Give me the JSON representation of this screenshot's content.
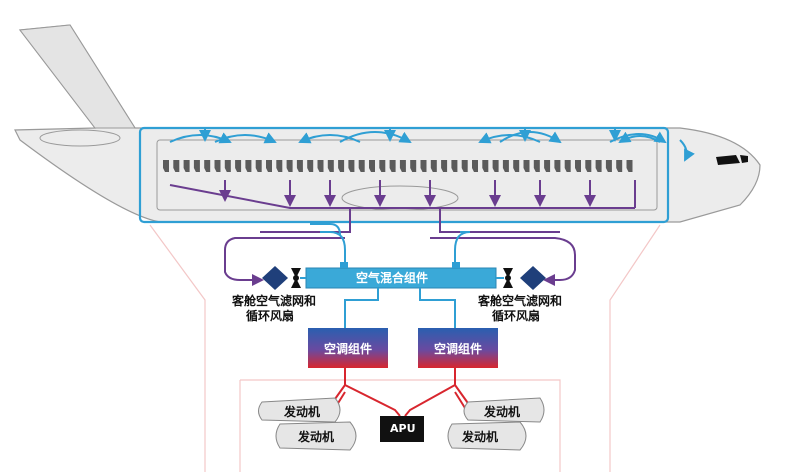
{
  "labels": {
    "mixer": "空气混合组件",
    "filter_left_line1": "客舱空气滤网和",
    "filter_left_line2": "循环风扇",
    "filter_right_line1": "客舱空气滤网和",
    "filter_right_line2": "循环风扇",
    "pack_left": "空调组件",
    "pack_right": "空调组件",
    "engine_left_upper": "发动机",
    "engine_left_lower": "发动机",
    "engine_right_upper": "发动机",
    "engine_right_lower": "发动机",
    "apu": "APU"
  },
  "colors": {
    "fresh_air": "#2f9fd4",
    "recirculated_air": "#6a3d8f",
    "bleed_air": "#d8262e",
    "mixer_fill": "#3aa9d8",
    "filter_fill": "#1f3f7a",
    "fuselage": "#ececec",
    "outline": "#9a9a9a"
  }
}
